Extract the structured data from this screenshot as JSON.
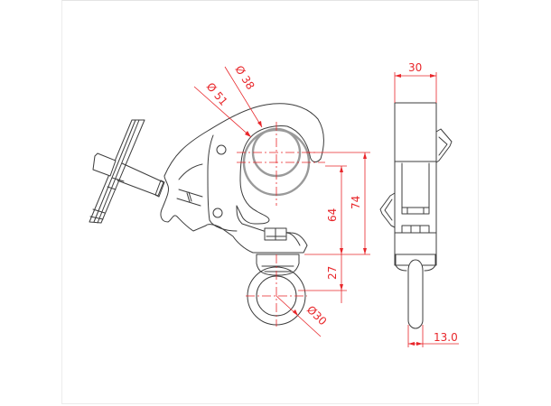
{
  "drawing": {
    "subject": "half coupler clamp technical drawing",
    "colors": {
      "outline": "#3c3c3c",
      "tube": "#9a9a9a",
      "dimension": "#e8262a",
      "frame": "#ececec"
    },
    "views": {
      "front_view": {
        "dimensions": {
          "tube_max_diameter": "Ø 51",
          "tube_min_diameter": "Ø 38",
          "height_small_tube_axis": "64",
          "height_large_tube_axis": "74",
          "eye_offset": "27",
          "eye_diameter": "Ø30"
        }
      },
      "side_view": {
        "dimensions": {
          "width": "30",
          "eye_thickness": "13.0"
        }
      }
    }
  }
}
